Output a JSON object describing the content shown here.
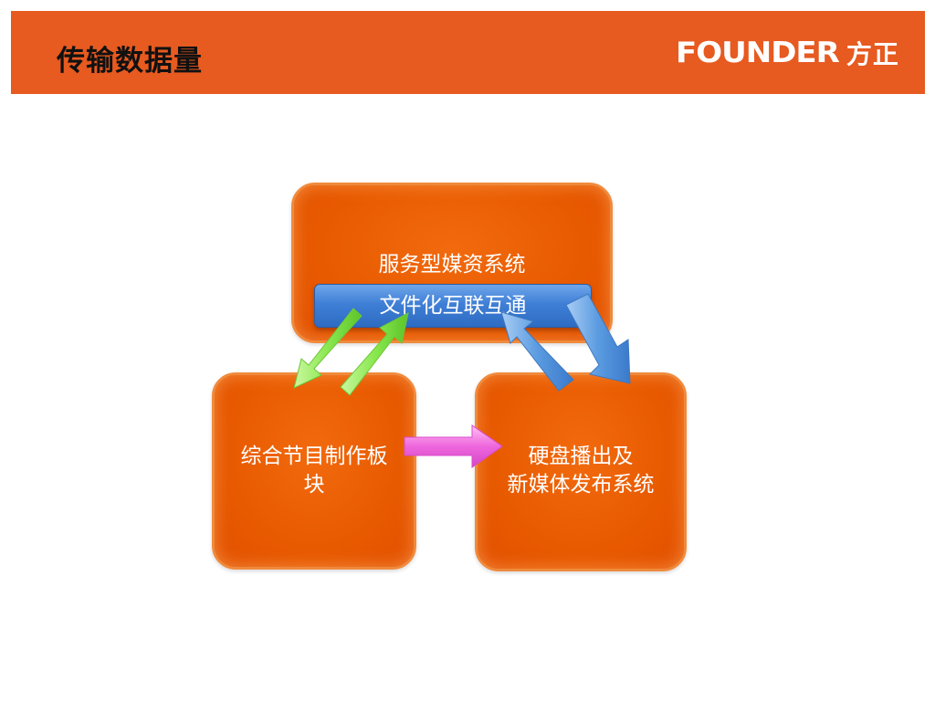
{
  "header": {
    "title": "传输数据量",
    "logo_latin": "FOUNDER",
    "logo_cjk": "方正"
  },
  "diagram": {
    "top_box": "服务型媒资系统",
    "connector": "文件化互联互通",
    "left_box_line1": "综合节目制作板",
    "left_box_line2": "块",
    "right_box_line1": "硬盘播出及",
    "right_box_line2": "新媒体发布系统"
  },
  "colors": {
    "header": "#e75a20",
    "box": "#e85a00",
    "connector": "#3f7fd6",
    "green_arrow": "#86e84a",
    "blue_arrow": "#5b9be0",
    "pink_arrow": "#ee66dd"
  }
}
